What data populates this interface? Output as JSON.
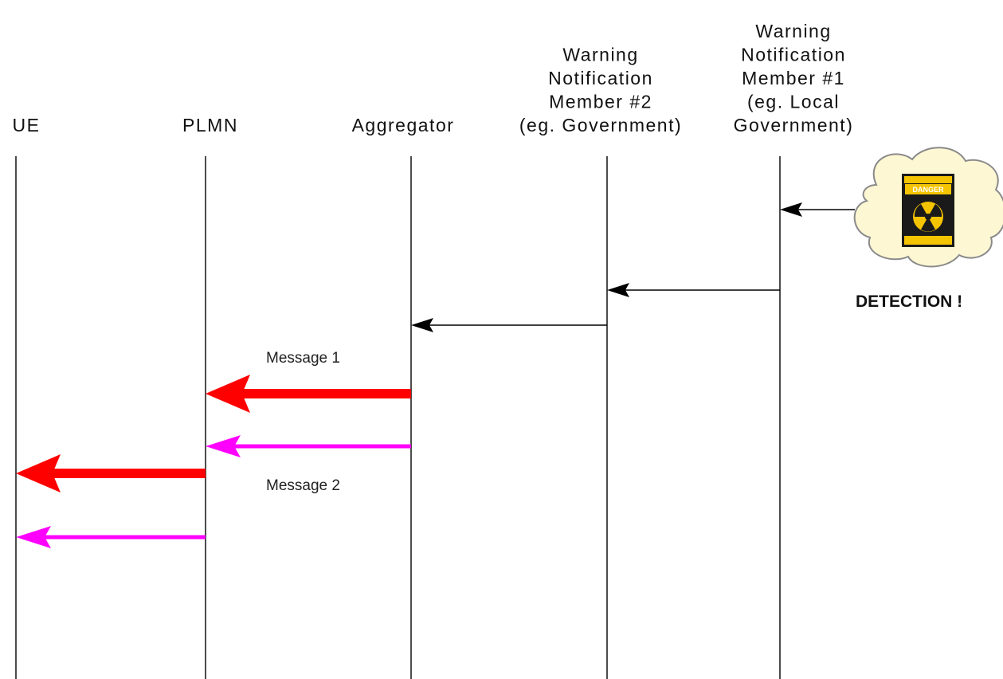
{
  "participants": [
    {
      "id": "ue",
      "lines": [
        "UE"
      ]
    },
    {
      "id": "plmn",
      "lines": [
        "PLMN"
      ]
    },
    {
      "id": "aggregator",
      "lines": [
        "Aggregator"
      ]
    },
    {
      "id": "member2",
      "lines": [
        "Warning",
        "Notification",
        "Member #2",
        "(eg. Government)"
      ]
    },
    {
      "id": "member1",
      "lines": [
        "Warning",
        "Notification",
        "Member #1",
        "(eg. Local",
        "Government)"
      ]
    }
  ],
  "messages": [
    {
      "from": "detection",
      "to": "member1",
      "style": "thin",
      "color": "#000000",
      "label": ""
    },
    {
      "from": "member1",
      "to": "member2",
      "style": "thin",
      "color": "#000000",
      "label": ""
    },
    {
      "from": "member2",
      "to": "aggregator",
      "style": "thin",
      "color": "#000000",
      "label": ""
    },
    {
      "from": "aggregator",
      "to": "plmn",
      "style": "thick",
      "color": "#ff0000",
      "label": "Message 1"
    },
    {
      "from": "aggregator",
      "to": "plmn",
      "style": "medium",
      "color": "#ff00ff",
      "label": ""
    },
    {
      "from": "plmn",
      "to": "ue",
      "style": "thick",
      "color": "#ff0000",
      "label": "Message 2"
    },
    {
      "from": "plmn",
      "to": "ue",
      "style": "medium",
      "color": "#ff00ff",
      "label": ""
    }
  ],
  "detection": {
    "label": "DETECTION !",
    "sign_text": "DANGER",
    "icon": "radiation-danger-sign-icon",
    "cloud_color": "#fdf7d3"
  }
}
